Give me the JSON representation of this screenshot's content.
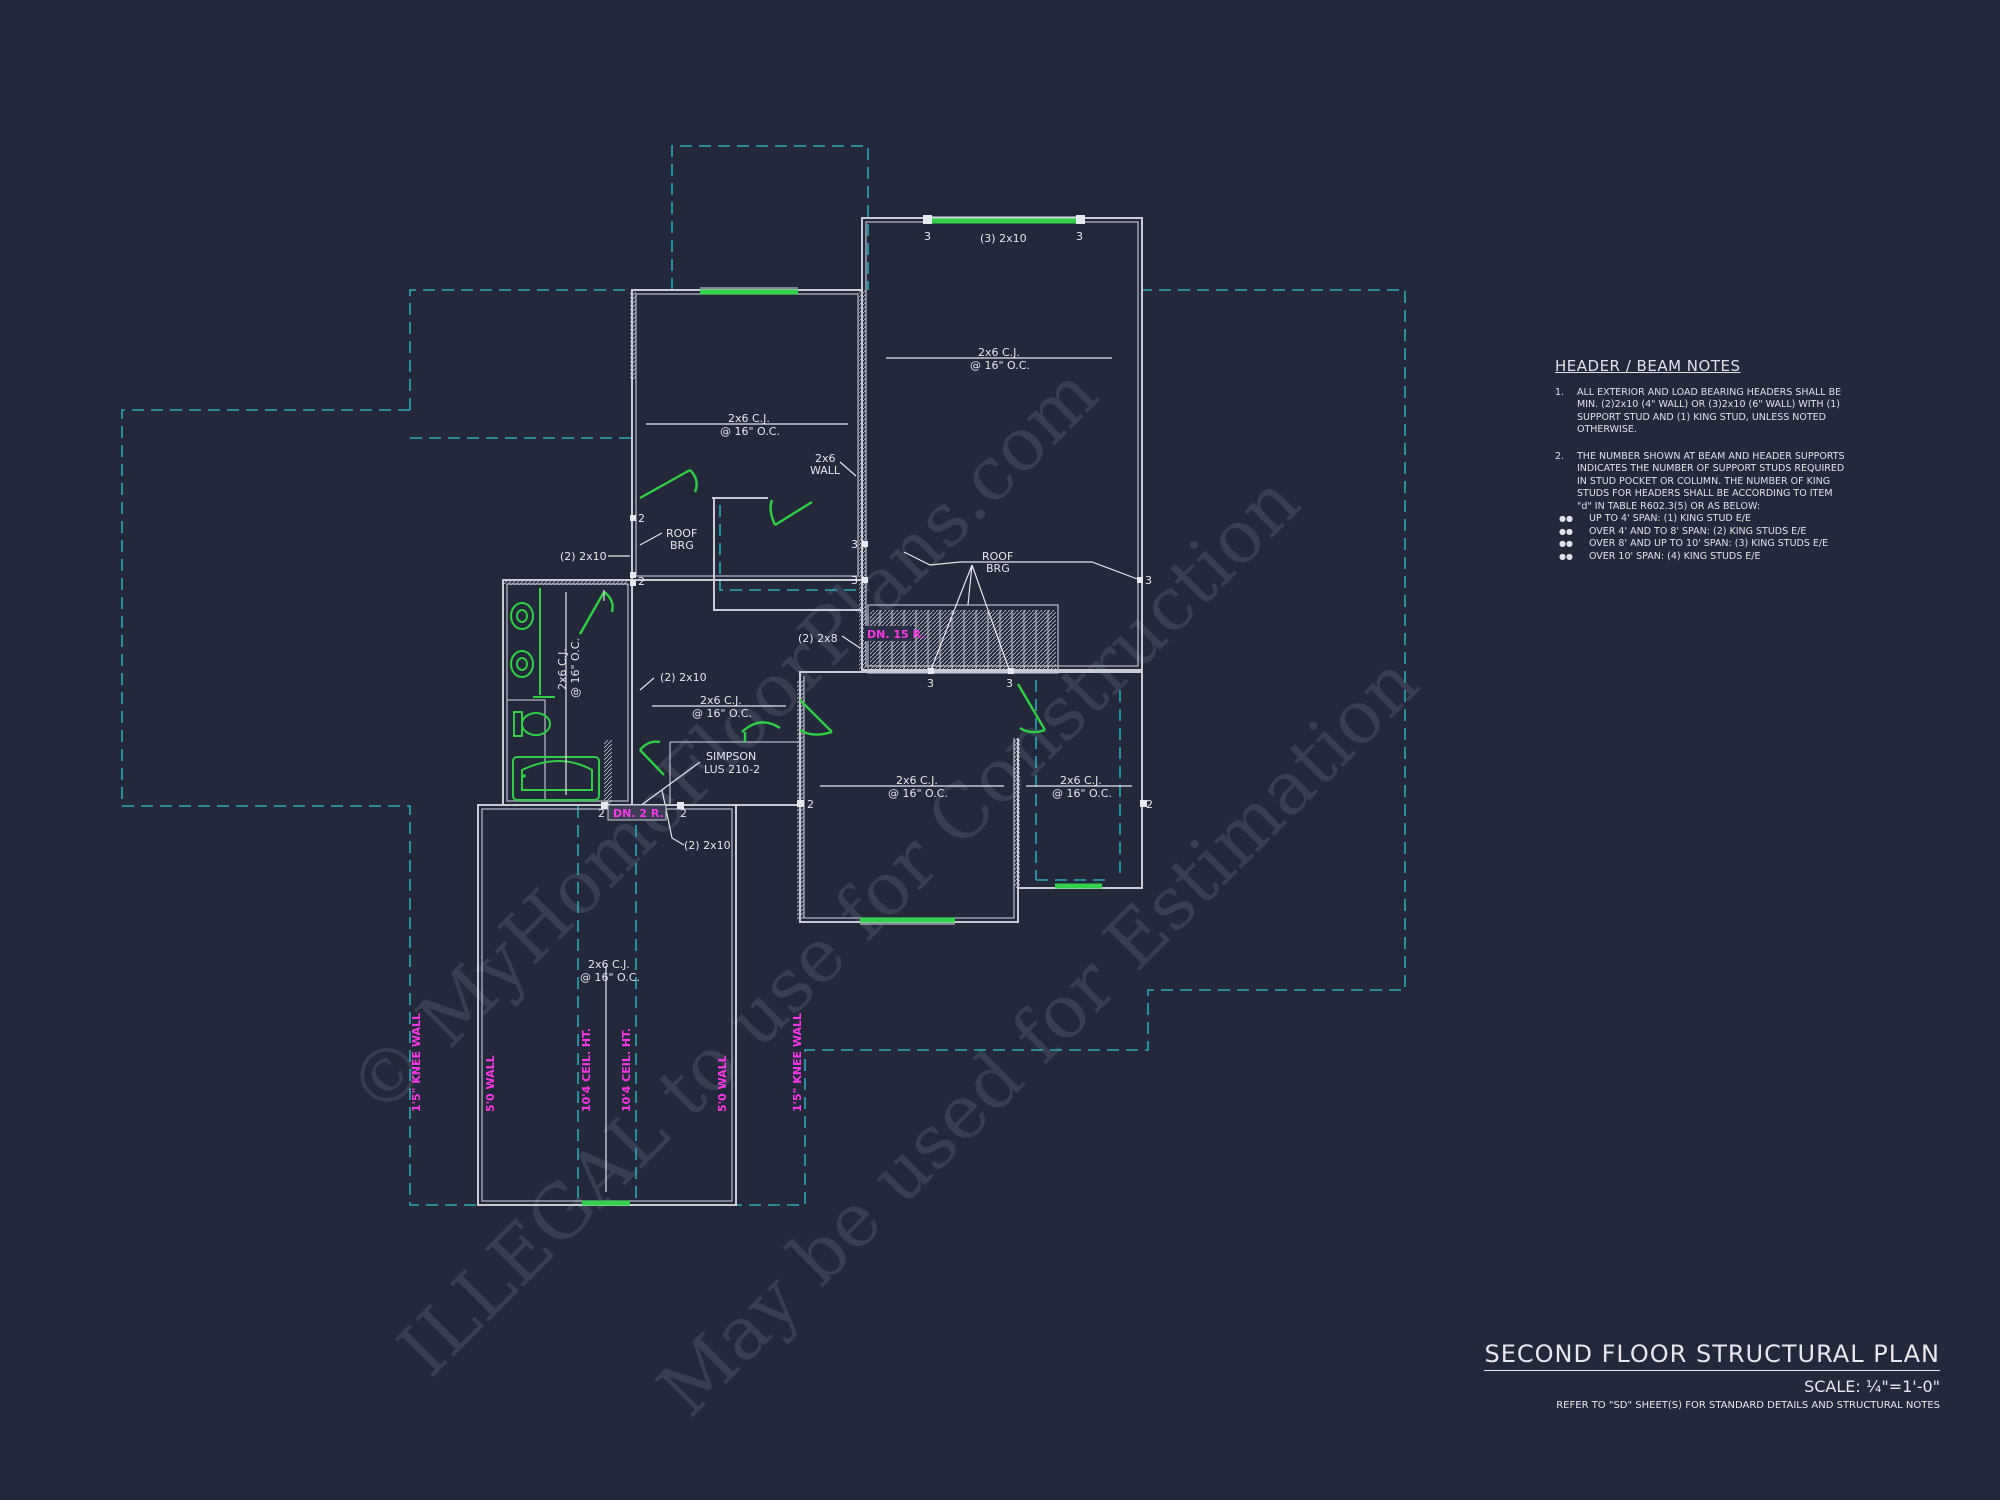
{
  "drawing": {
    "title": "SECOND FLOOR STRUCTURAL PLAN",
    "scale": "SCALE: ¼\"=1'-0\"",
    "reference": "REFER TO \"SD\" SHEET(S) FOR STANDARD DETAILS AND STRUCTURAL NOTES"
  },
  "notes": {
    "heading": "HEADER / BEAM NOTES",
    "items": [
      {
        "num": "1.",
        "text": "ALL EXTERIOR AND LOAD BEARING HEADERS SHALL BE MIN. (2)2x10 (4\" WALL) OR (3)2x10 (6\" WALL) WITH (1) SUPPORT STUD AND (1) KING STUD, UNLESS NOTED OTHERWISE."
      },
      {
        "num": "2.",
        "text": "THE NUMBER SHOWN AT BEAM AND HEADER SUPPORTS INDICATES THE NUMBER OF SUPPORT STUDS REQUIRED IN STUD POCKET OR COLUMN. THE NUMBER OF KING STUDS FOR HEADERS SHALL BE ACCORDING TO ITEM \"d\" IN TABLE R602.3(5) OR AS BELOW:"
      }
    ],
    "bullet": "●●",
    "bullets": [
      "UP TO 4' SPAN: (1) KING STUD E/E",
      "OVER 4' AND TO 8' SPAN: (2) KING STUDS E/E",
      "OVER 8' AND UP TO 10' SPAN: (3) KING STUDS E/E",
      "OVER 10' SPAN: (4) KING STUDS E/E"
    ]
  },
  "labels": {
    "joist": "2x6 C.J.",
    "spacing": "@ 16\" O.C.",
    "header_3_2x10": "(3) 2x10",
    "header_2x10_a": "(2) 2x10",
    "header_2x10_b": "(2) 2x10",
    "header_2x10_c": "(2) 2x10",
    "header_2x8": "(2) 2x8",
    "wall_2x6_l1": "2x6",
    "wall_2x6_l2": "WALL",
    "roof_l1": "ROOF",
    "roof_l2": "BRG",
    "simpson_l1": "SIMPSON",
    "simpson_l2": "LUS 210-2",
    "stair_upper": "DN. 15 R.",
    "stair_lower": "DN. 2 R.",
    "knee_wall": "1'5\" KNEE WALL",
    "wall_5_0": "5'0 WALL",
    "ceil_ht": "10'4 CEIL. HT."
  },
  "support_counts": [
    "3",
    "3",
    "2",
    "2",
    "3",
    "3",
    "3",
    "3",
    "3",
    "2",
    "2",
    "2",
    "2"
  ],
  "watermark": {
    "line1": "© MyHomeFloorPlans.com",
    "line2": "ILLEGAL to use for Construction",
    "line3": "May be used for Estimation"
  }
}
